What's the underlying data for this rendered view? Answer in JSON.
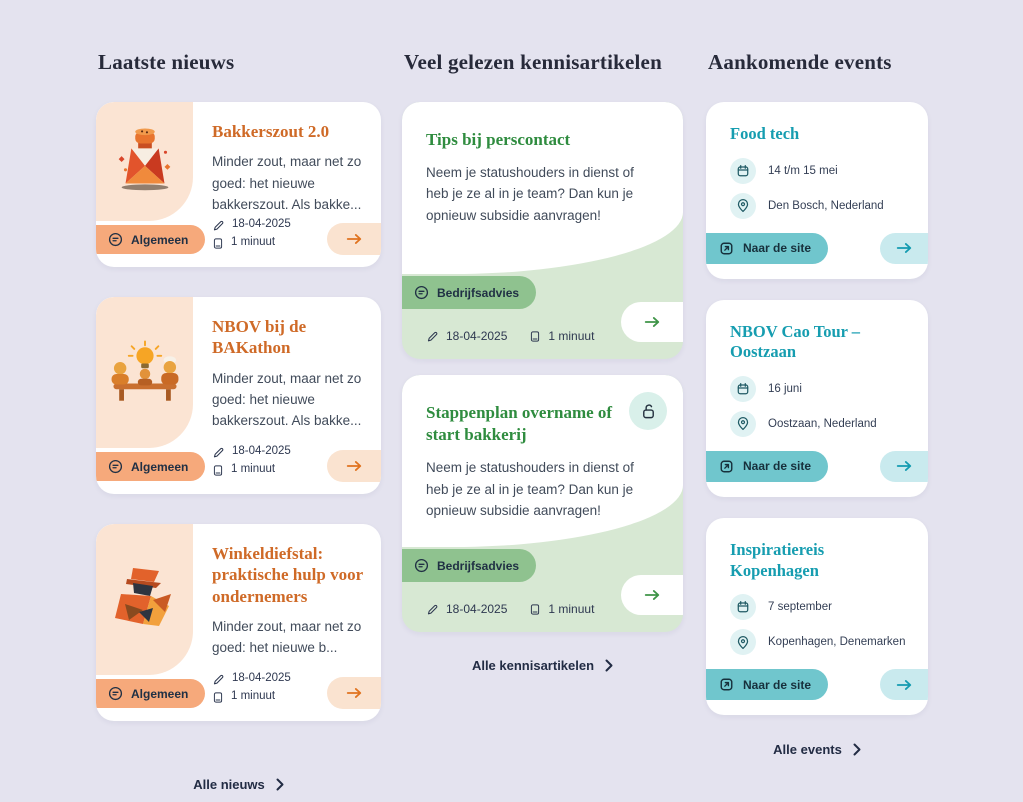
{
  "sections": {
    "news": {
      "heading": "Laatste nieuws",
      "footer_link": "Alle nieuws",
      "cards": [
        {
          "title": "Bakkerszout 2.0",
          "excerpt": "Minder zout, maar net zo goed: het nieuwe bakkerszout. Als bakke...",
          "badge": "Algemeen",
          "date": "18-04-2025",
          "read_time": "1 minuut",
          "illustration": "salt-shaker-illustration"
        },
        {
          "title": "NBOV bij de BAKathon",
          "excerpt": "Minder zout, maar net zo goed: het nieuwe bakkerszout. Als bakke...",
          "badge": "Algemeen",
          "date": "18-04-2025",
          "read_time": "1 minuut",
          "illustration": "team-brainstorm-illustration"
        },
        {
          "title": "Winkeldiefstal: praktische hulp voor ondernemers",
          "excerpt": "Minder zout, maar net zo goed: het nieuwe b...",
          "badge": "Algemeen",
          "date": "18-04-2025",
          "read_time": "1 minuut",
          "illustration": "shoplifter-illustration"
        }
      ]
    },
    "knowledge": {
      "heading": "Veel gelezen kennisartikelen",
      "footer_link": "Alle kennisartikelen",
      "cards": [
        {
          "title": "Tips bij perscontact",
          "excerpt": "Neem je statushouders in dienst of heb je ze al in je team? Dan kun je opnieuw subsidie aanvragen!",
          "badge": "Bedrijfsadvies",
          "date": "18-04-2025",
          "read_time": "1 minuut",
          "locked": false
        },
        {
          "title": "Stappenplan overname of start bakkerij",
          "excerpt": "Neem je statushouders in dienst of heb je ze al in je team? Dan kun je opnieuw subsidie aanvragen!",
          "badge": "Bedrijfsadvies",
          "date": "18-04-2025",
          "read_time": "1 minuut",
          "locked": true
        }
      ]
    },
    "events": {
      "heading": "Aankomende events",
      "footer_link": "Alle events",
      "cards": [
        {
          "title": "Food tech",
          "date": "14 t/m 15 mei",
          "location": "Den Bosch, Nederland",
          "link_label": "Naar de site"
        },
        {
          "title": "NBOV Cao Tour – Oostzaan",
          "date": "16 juni",
          "location": "Oostzaan, Nederland",
          "link_label": "Naar de site"
        },
        {
          "title": "Inspiratiereis Kopenhagen",
          "date": "7 september",
          "location": "Kopenhagen, Denemarken",
          "link_label": "Naar de site"
        }
      ]
    }
  },
  "icons": {
    "badge_icon": "tag-circle-icon",
    "date_icon": "pencil-icon",
    "read_time_icon": "book-icon",
    "event_date_icon": "calendar-icon",
    "event_location_icon": "location-pin-icon",
    "site_link_icon": "external-link-icon",
    "locked_icon": "lock-icon",
    "arrow_icon": "arrow-right-icon",
    "footer_icon": "chevron-right-icon"
  },
  "colors": {
    "background": "#E4E3EF",
    "card": "#FFFFFF",
    "news_accent": "#CF6A27",
    "news_panel": "#FBE4D3",
    "news_badge": "#F6A97B",
    "knowledge_accent": "#2F8C3F",
    "knowledge_panel": "#D7E8D3",
    "knowledge_badge": "#8FC28F",
    "events_accent": "#169DB0",
    "events_pill": "#70C6CD",
    "events_arrow_pill": "#C9EAEE",
    "heading_text": "#272A3A",
    "body_text": "#414B5A"
  }
}
